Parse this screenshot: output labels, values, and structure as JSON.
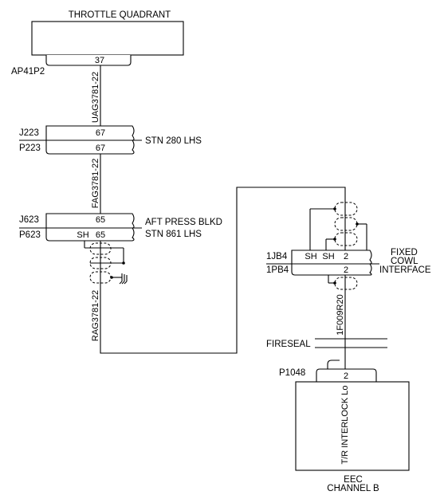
{
  "throttle_quadrant": {
    "title": "THROTTLE QUADRANT",
    "connector": "AP41P2",
    "pin": "37"
  },
  "wires": {
    "w1": "UAG3781-22",
    "w2": "FAG3781-22",
    "w3": "RAG3781-22",
    "w4": "1F009R20"
  },
  "stn280": {
    "jack": "J223",
    "plug": "P223",
    "jack_pin": "67",
    "plug_pin": "67",
    "label": "STN 280 LHS"
  },
  "stn861": {
    "jack": "J623",
    "plug": "P623",
    "jack_pin": "65",
    "plug_pin": "65",
    "shield": "SH",
    "label1": "AFT PRESS BLKD",
    "label2": "STN 861 LHS"
  },
  "cowl": {
    "jack": "1JB4",
    "plug": "1PB4",
    "sh1": "SH",
    "sh2": "SH",
    "jack_pin": "2",
    "plug_pin": "2",
    "label1": "FIXED",
    "label2": "COWL",
    "label3": "INTERFACE"
  },
  "fireseal": {
    "label": "FIRESEAL"
  },
  "eec": {
    "connector": "P1048",
    "pin": "2",
    "signal": "T/R INTERLOCK Lo",
    "label1": "EEC",
    "label2": "CHANNEL B"
  }
}
